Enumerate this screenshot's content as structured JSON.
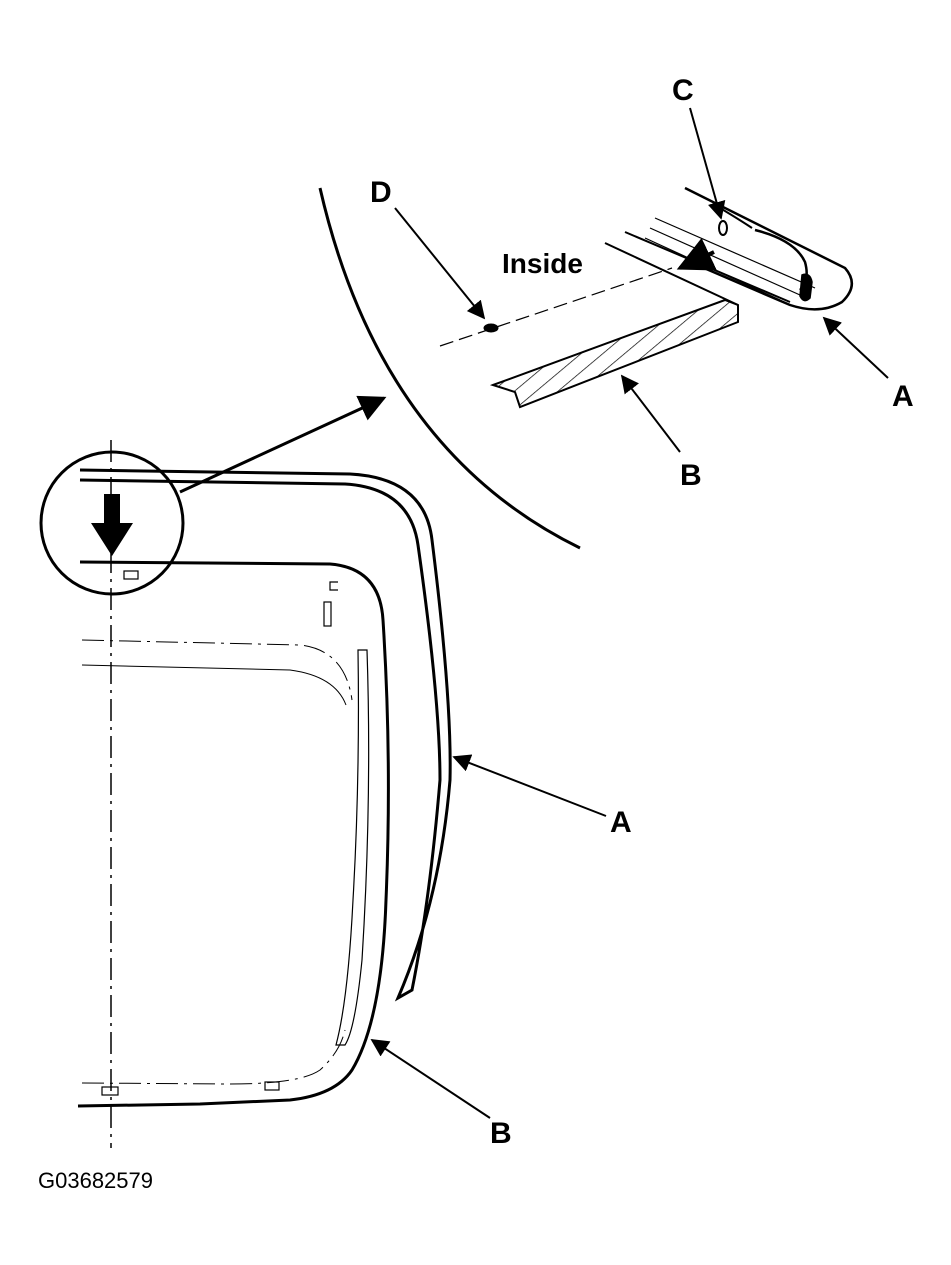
{
  "diagram": {
    "labels": {
      "callout_a_detail": "A",
      "callout_b_detail": "B",
      "callout_c": "C",
      "callout_d": "D",
      "inside": "Inside",
      "callout_a_main": "A",
      "callout_b_main": "B"
    },
    "figure_id": "G03682579"
  }
}
